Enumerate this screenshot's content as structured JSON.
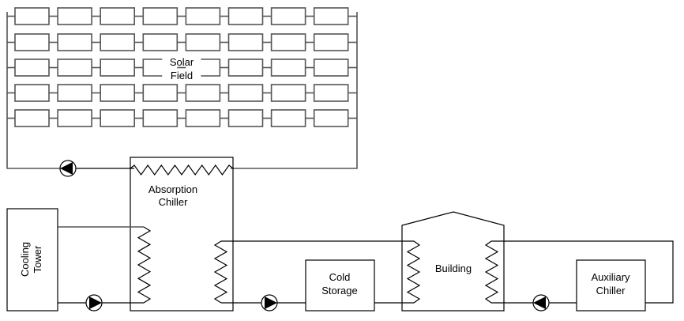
{
  "diagram": {
    "components": {
      "solar_field": {
        "line1": "Solar",
        "line2": "Field",
        "rows": 5,
        "panels_per_row": 8
      },
      "absorption_chiller": {
        "line1": "Absorption",
        "line2": "Chiller"
      },
      "cooling_tower": {
        "line1": "Cooling",
        "line2": "Tower"
      },
      "cold_storage": {
        "line1": "Cold",
        "line2": "Storage"
      },
      "building": {
        "label": "Building"
      },
      "auxiliary_chiller": {
        "line1": "Auxiliary",
        "line2": "Chiller"
      }
    },
    "pumps": [
      {
        "name": "solar-loop-pump",
        "direction": "left"
      },
      {
        "name": "cooling-tower-pump",
        "direction": "right"
      },
      {
        "name": "chilled-water-pump",
        "direction": "right"
      },
      {
        "name": "auxiliary-loop-pump",
        "direction": "left"
      }
    ]
  }
}
